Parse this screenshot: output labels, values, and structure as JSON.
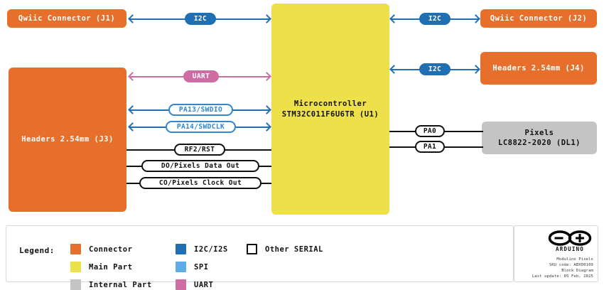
{
  "diagram": {
    "title": "Modulino Pixels Block Diagram",
    "blocks": {
      "j1": "Qwiic Connector (J1)",
      "j2": "Qwiic Connector (J2)",
      "j3": "Headers 2.54mm (J3)",
      "j4": "Headers 2.54mm (J4)",
      "mcu_line1": "Microcontroller",
      "mcu_line2": "STM32C011F6U6TR (U1)",
      "pixels_line1": "Pixels",
      "pixels_line2": "LC8822-2020 (DL1)"
    },
    "signals": {
      "i2c_j1": "I2C",
      "i2c_j2": "I2C",
      "i2c_j4": "I2C",
      "uart": "UART",
      "swdio": "PA13/SWDIO",
      "swdclk": "PA14/SWDCLK",
      "rst": "RF2/RST",
      "data_out": "DO/Pixels Data Out",
      "clock_out": "CO/Pixels Clock Out",
      "pa0": "PA0",
      "pa1": "PA1"
    }
  },
  "legend": {
    "title": "Legend:",
    "items": [
      {
        "label": "Connector",
        "color": "#E76F2C",
        "style": "fill"
      },
      {
        "label": "Main Part",
        "color": "#EDE04B",
        "style": "fill"
      },
      {
        "label": "Internal Part",
        "color": "#C4C4C4",
        "style": "fill"
      },
      {
        "label": "I2C/I2S",
        "color": "#1F6FB2",
        "style": "fill"
      },
      {
        "label": "SPI",
        "color": "#5DADE8",
        "style": "fill"
      },
      {
        "label": "UART",
        "color": "#CE6DA4",
        "style": "fill"
      },
      {
        "label": "Other SERIAL",
        "color": "#FFFFFF",
        "style": "outline"
      }
    ]
  },
  "brand": {
    "wordmark": "ARDUINO",
    "product": "Modulino Pixels",
    "sku": "SKU code: ABX00109",
    "doc_type": "Block Diagram",
    "updated": "Last update: 05 Feb, 2025"
  },
  "colors": {
    "connector": "#E76F2C",
    "main_part": "#EDE04B",
    "internal_part": "#C4C4C4",
    "i2c": "#1F6FB2",
    "i2c_light": "#2E86D4",
    "spi": "#5DADE8",
    "uart": "#CE6DA4",
    "serial": "#111111"
  }
}
